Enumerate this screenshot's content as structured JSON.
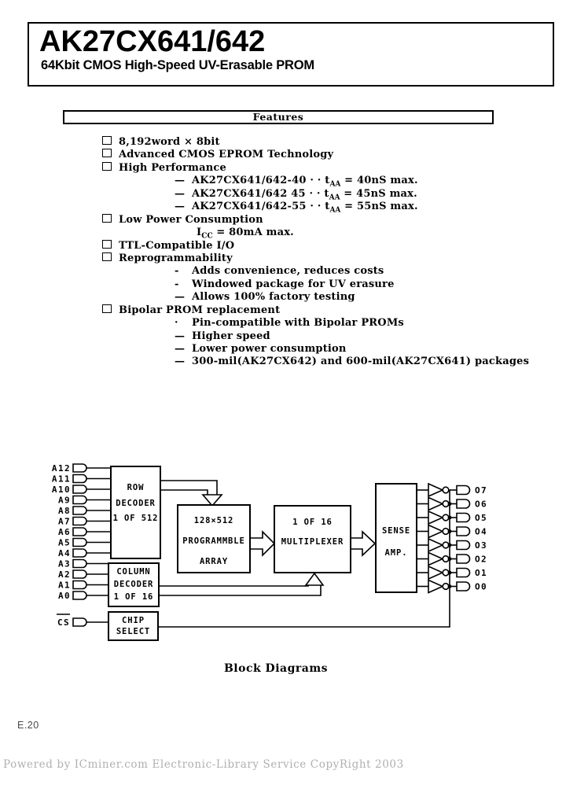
{
  "header": {
    "title": "AK27CX641/642",
    "subtitle": "64Kbit CMOS High-Speed UV-Erasable PROM"
  },
  "features": {
    "heading": "Features",
    "lines": [
      {
        "kind": "cb",
        "text": "8,192word × 8bit"
      },
      {
        "kind": "cb",
        "text": "Advanced CMOS EPROM Technology"
      },
      {
        "kind": "cb",
        "text": "High Performance"
      },
      {
        "kind": "dash",
        "bullet": "—",
        "pre": "AK27CX641/642-40 · · t",
        "sub": "AA",
        "post": " = 40nS max."
      },
      {
        "kind": "dash",
        "bullet": "—",
        "pre": "AK27CX641/642 45 · · t",
        "sub": "AA",
        "post": " = 45nS max."
      },
      {
        "kind": "dash",
        "bullet": "—",
        "pre": "AK27CX641/642-55 · · t",
        "sub": "AA",
        "post": " = 55nS max."
      },
      {
        "kind": "cb",
        "text": "Low Power Consumption"
      },
      {
        "kind": "plain",
        "pre": "I",
        "sub": "CC",
        "post": " = 80mA max."
      },
      {
        "kind": "cb",
        "text": "TTL-Compatible I/O"
      },
      {
        "kind": "cb",
        "text": "Reprogrammability"
      },
      {
        "kind": "dash",
        "bullet": "-",
        "text": "Adds convenience, reduces costs"
      },
      {
        "kind": "dash",
        "bullet": "-",
        "text": "Windowed package for UV erasure"
      },
      {
        "kind": "dash",
        "bullet": "—",
        "text": "Allows 100% factory testing"
      },
      {
        "kind": "cb",
        "text": "Bipolar PROM replacement"
      },
      {
        "kind": "dash",
        "bullet": "·",
        "text": "Pin-compatible with Bipolar PROMs"
      },
      {
        "kind": "dash",
        "bullet": "—",
        "text": "Higher speed"
      },
      {
        "kind": "dash",
        "bullet": "—",
        "text": "Lower power consumption"
      },
      {
        "kind": "dash",
        "bullet": "—",
        "text": "300-mil(AK27CX642) and 600-mil(AK27CX641) packages"
      }
    ]
  },
  "diagram": {
    "caption": "Block Diagrams",
    "blocks": {
      "row_decoder": [
        "ROW",
        "DECODER",
        "1 OF 512"
      ],
      "column_decoder": [
        "COLUMN",
        "DECODER",
        "1 OF 16"
      ],
      "chip_select": [
        "CHIP",
        "SELECT"
      ],
      "programmable_array": [
        "128×512",
        "PROGRAMMBLE",
        "ARRAY"
      ],
      "multiplexer": [
        "1 OF 16",
        "MULTIPLEXER"
      ],
      "sense_amp": [
        "SENSE",
        "AMP."
      ]
    },
    "address_pins": [
      "A12",
      "A11",
      "A10",
      "A9",
      "A8",
      "A7",
      "A6",
      "A5",
      "A4",
      "A3",
      "A2",
      "A1",
      "A0"
    ],
    "chip_select_pin": "CS",
    "output_pins": [
      "O7",
      "O6",
      "O5",
      "O4",
      "O3",
      "O2",
      "O1",
      "O0"
    ]
  },
  "footer": {
    "page_number": "E.20",
    "copyright_line": "Powered by ICminer.com Electronic-Library Service CopyRight 2003"
  }
}
